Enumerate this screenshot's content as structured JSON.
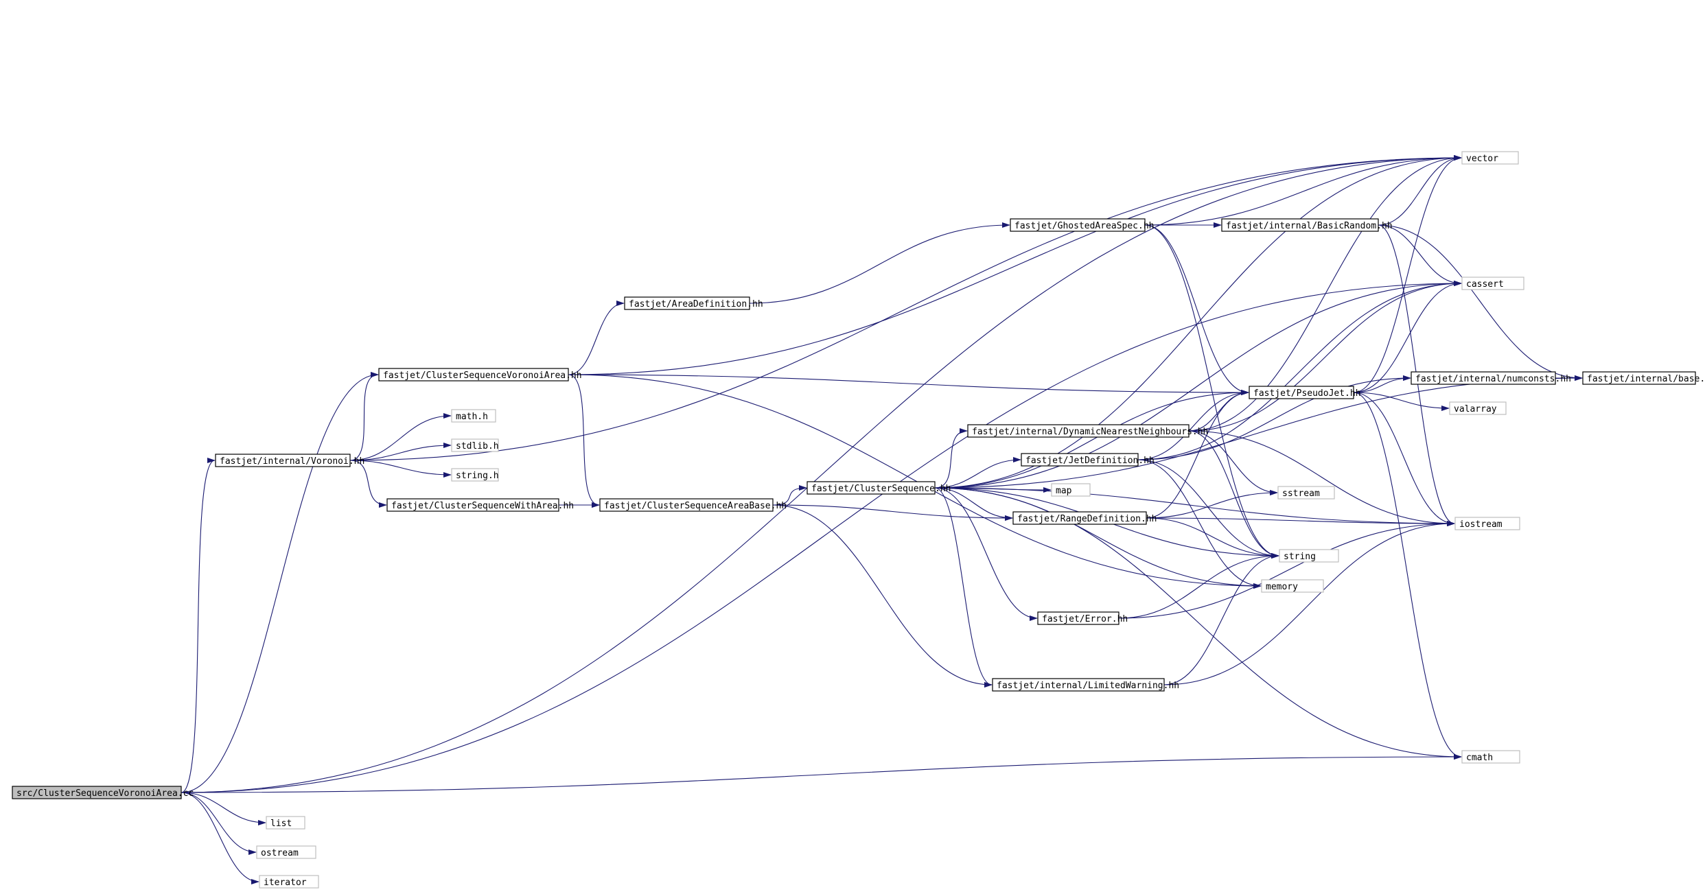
{
  "colors": {
    "edge": "#191970",
    "edge_head": "#191970",
    "root_fill": "#bfbfbf",
    "root_border": "#000000",
    "internal_border": "#000000",
    "external_border": "#bfbfbf",
    "node_fill": "#ffffff",
    "text": "#000000"
  },
  "nodes": [
    {
      "id": "root",
      "label": "src/ClusterSequenceVoronoiArea.cc",
      "kind": "root"
    },
    {
      "id": "voronoi",
      "label": "fastjet/internal/Voronoi.hh",
      "kind": "internal"
    },
    {
      "id": "csva",
      "label": "fastjet/ClusterSequenceVoronoiArea.hh",
      "kind": "internal"
    },
    {
      "id": "mathh",
      "label": "math.h",
      "kind": "external"
    },
    {
      "id": "stdlibh",
      "label": "stdlib.h",
      "kind": "external"
    },
    {
      "id": "stringh",
      "label": "string.h",
      "kind": "external"
    },
    {
      "id": "cswa",
      "label": "fastjet/ClusterSequenceWithArea.hh",
      "kind": "internal"
    },
    {
      "id": "areadef",
      "label": "fastjet/AreaDefinition.hh",
      "kind": "internal"
    },
    {
      "id": "csab",
      "label": "fastjet/ClusterSequenceAreaBase.hh",
      "kind": "internal"
    },
    {
      "id": "ghosted",
      "label": "fastjet/GhostedAreaSpec.hh",
      "kind": "internal"
    },
    {
      "id": "cs",
      "label": "fastjet/ClusterSequence.hh",
      "kind": "internal"
    },
    {
      "id": "basicrandom",
      "label": "fastjet/internal/BasicRandom.hh",
      "kind": "internal"
    },
    {
      "id": "dnn",
      "label": "fastjet/internal/DynamicNearestNeighbours.hh",
      "kind": "internal"
    },
    {
      "id": "jetdef",
      "label": "fastjet/JetDefinition.hh",
      "kind": "internal"
    },
    {
      "id": "map",
      "label": "map",
      "kind": "external"
    },
    {
      "id": "rangedef",
      "label": "fastjet/RangeDefinition.hh",
      "kind": "internal"
    },
    {
      "id": "error",
      "label": "fastjet/Error.hh",
      "kind": "internal"
    },
    {
      "id": "limitedwarning",
      "label": "fastjet/internal/LimitedWarning.hh",
      "kind": "internal"
    },
    {
      "id": "pseudojet",
      "label": "fastjet/PseudoJet.hh",
      "kind": "internal"
    },
    {
      "id": "vector",
      "label": "vector",
      "kind": "external"
    },
    {
      "id": "cassert",
      "label": "cassert",
      "kind": "external"
    },
    {
      "id": "numconsts",
      "label": "fastjet/internal/numconsts.hh",
      "kind": "internal"
    },
    {
      "id": "base",
      "label": "fastjet/internal/base.hh",
      "kind": "internal"
    },
    {
      "id": "valarray",
      "label": "valarray",
      "kind": "external"
    },
    {
      "id": "sstream",
      "label": "sstream",
      "kind": "external"
    },
    {
      "id": "iostream",
      "label": "iostream",
      "kind": "external"
    },
    {
      "id": "string",
      "label": "string",
      "kind": "external"
    },
    {
      "id": "memory",
      "label": "memory",
      "kind": "external"
    },
    {
      "id": "cmath",
      "label": "cmath",
      "kind": "external"
    },
    {
      "id": "list",
      "label": "list",
      "kind": "external"
    },
    {
      "id": "ostream",
      "label": "ostream",
      "kind": "external"
    },
    {
      "id": "iterator",
      "label": "iterator",
      "kind": "external"
    }
  ],
  "edges": [
    {
      "from": "root",
      "to": "voronoi"
    },
    {
      "from": "root",
      "to": "csva"
    },
    {
      "from": "root",
      "to": "vector"
    },
    {
      "from": "root",
      "to": "cassert"
    },
    {
      "from": "root",
      "to": "cmath"
    },
    {
      "from": "root",
      "to": "list"
    },
    {
      "from": "root",
      "to": "ostream"
    },
    {
      "from": "root",
      "to": "iterator"
    },
    {
      "from": "voronoi",
      "to": "mathh"
    },
    {
      "from": "voronoi",
      "to": "stdlibh"
    },
    {
      "from": "voronoi",
      "to": "stringh"
    },
    {
      "from": "voronoi",
      "to": "cswa"
    },
    {
      "from": "voronoi",
      "to": "vector"
    },
    {
      "from": "voronoi",
      "to": "csva"
    },
    {
      "from": "csva",
      "to": "areadef"
    },
    {
      "from": "csva",
      "to": "csab"
    },
    {
      "from": "csva",
      "to": "pseudojet"
    },
    {
      "from": "csva",
      "to": "vector"
    },
    {
      "from": "csva",
      "to": "memory"
    },
    {
      "from": "cswa",
      "to": "csab"
    },
    {
      "from": "areadef",
      "to": "ghosted"
    },
    {
      "from": "csab",
      "to": "cs"
    },
    {
      "from": "csab",
      "to": "rangedef"
    },
    {
      "from": "csab",
      "to": "limitedwarning"
    },
    {
      "from": "ghosted",
      "to": "basicrandom"
    },
    {
      "from": "ghosted",
      "to": "vector"
    },
    {
      "from": "ghosted",
      "to": "pseudojet"
    },
    {
      "from": "ghosted",
      "to": "string"
    },
    {
      "from": "basicrandom",
      "to": "vector"
    },
    {
      "from": "basicrandom",
      "to": "cassert"
    },
    {
      "from": "basicrandom",
      "to": "base"
    },
    {
      "from": "basicrandom",
      "to": "iostream"
    },
    {
      "from": "cs",
      "to": "dnn"
    },
    {
      "from": "cs",
      "to": "jetdef"
    },
    {
      "from": "cs",
      "to": "map"
    },
    {
      "from": "cs",
      "to": "rangedef"
    },
    {
      "from": "cs",
      "to": "error"
    },
    {
      "from": "cs",
      "to": "limitedwarning"
    },
    {
      "from": "cs",
      "to": "vector"
    },
    {
      "from": "cs",
      "to": "cassert"
    },
    {
      "from": "cs",
      "to": "pseudojet"
    },
    {
      "from": "cs",
      "to": "string"
    },
    {
      "from": "cs",
      "to": "memory"
    },
    {
      "from": "cs",
      "to": "iostream"
    },
    {
      "from": "cs",
      "to": "cmath"
    },
    {
      "from": "cs",
      "to": "base"
    },
    {
      "from": "dnn",
      "to": "pseudojet"
    },
    {
      "from": "dnn",
      "to": "vector"
    },
    {
      "from": "dnn",
      "to": "cassert"
    },
    {
      "from": "dnn",
      "to": "sstream"
    },
    {
      "from": "dnn",
      "to": "string"
    },
    {
      "from": "dnn",
      "to": "iostream"
    },
    {
      "from": "jetdef",
      "to": "pseudojet"
    },
    {
      "from": "jetdef",
      "to": "numconsts"
    },
    {
      "from": "jetdef",
      "to": "string"
    },
    {
      "from": "jetdef",
      "to": "memory"
    },
    {
      "from": "jetdef",
      "to": "cassert"
    },
    {
      "from": "rangedef",
      "to": "pseudojet"
    },
    {
      "from": "rangedef",
      "to": "sstream"
    },
    {
      "from": "rangedef",
      "to": "iostream"
    },
    {
      "from": "rangedef",
      "to": "string"
    },
    {
      "from": "error",
      "to": "string"
    },
    {
      "from": "error",
      "to": "iostream"
    },
    {
      "from": "limitedwarning",
      "to": "iostream"
    },
    {
      "from": "limitedwarning",
      "to": "string"
    },
    {
      "from": "pseudojet",
      "to": "numconsts"
    },
    {
      "from": "pseudojet",
      "to": "valarray"
    },
    {
      "from": "pseudojet",
      "to": "vector"
    },
    {
      "from": "pseudojet",
      "to": "cassert"
    },
    {
      "from": "pseudojet",
      "to": "cmath"
    },
    {
      "from": "pseudojet",
      "to": "iostream"
    },
    {
      "from": "numconsts",
      "to": "base"
    }
  ]
}
